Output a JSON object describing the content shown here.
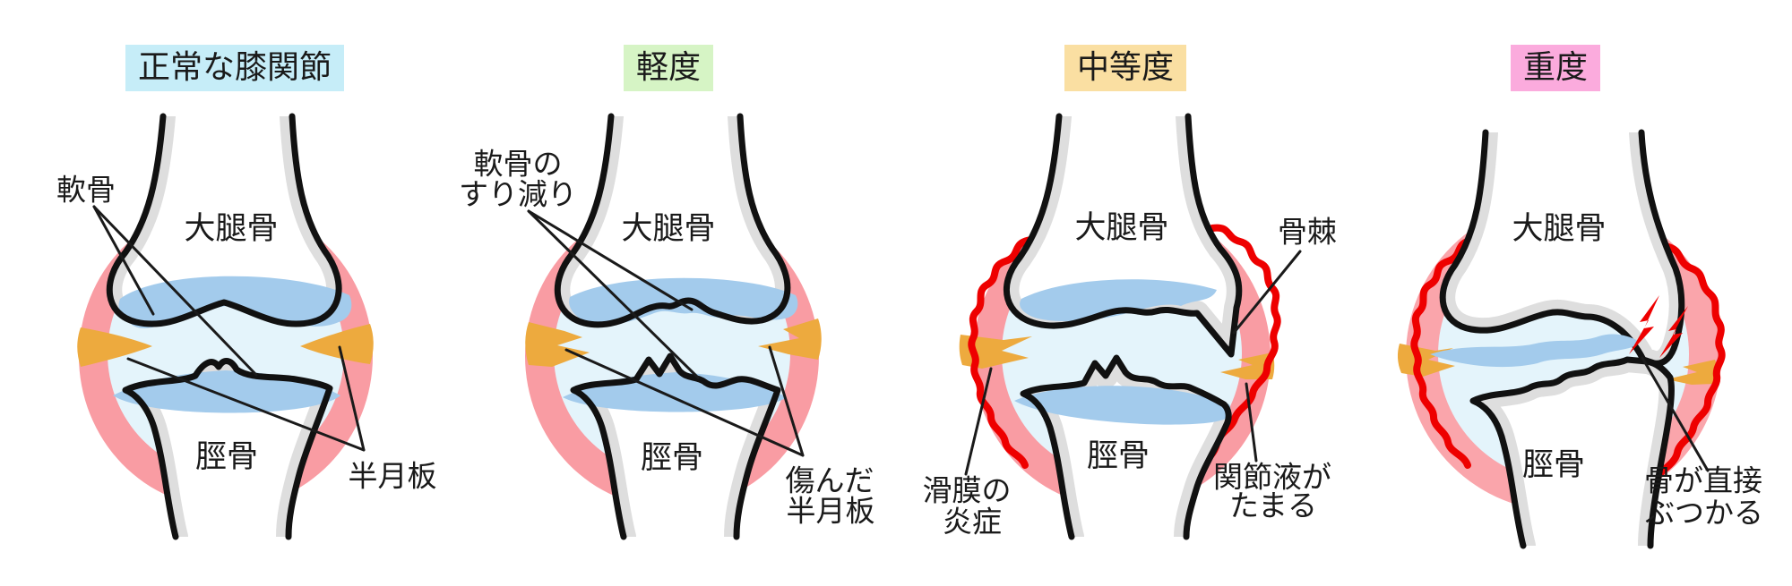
{
  "figure": {
    "description_title": ""
  },
  "colors": {
    "background": "#FFFFFF",
    "outline_black": "#111111",
    "capsule_pink": "#F99CA3",
    "capsule_pink_severe": "#FAA5AB",
    "joint_fluid_cyan": "#E4F4FB",
    "cartilage_blue": "#A3CBEC",
    "meniscus_orange": "#EDAA3E",
    "bone_gray": "#DEDEDE",
    "inflamed_red": "#EE0000",
    "label_text": "#1A1A1A"
  },
  "panels": [
    {
      "id": "normal",
      "title": "正常な膝関節",
      "title_bg": "#C6EDF8",
      "labels": {
        "femur": "大腿骨",
        "tibia": "脛骨",
        "cartilage": "軟骨",
        "meniscus": "半月板"
      }
    },
    {
      "id": "mild",
      "title": "軽度",
      "title_bg": "#D6F4C5",
      "labels": {
        "femur": "大腿骨",
        "tibia": "脛骨",
        "wear_line1": "軟骨の",
        "wear_line2": "すり減り",
        "damaged_meniscus_line1": "傷んだ",
        "damaged_meniscus_line2": "半月板"
      }
    },
    {
      "id": "moderate",
      "title": "中等度",
      "title_bg": "#FADFA2",
      "labels": {
        "femur": "大腿骨",
        "tibia": "脛骨",
        "osteophyte": "骨棘",
        "synovitis_line1": "滑膜の",
        "synovitis_line2": "炎症",
        "effusion_line1": "関節液が",
        "effusion_line2": "たまる"
      }
    },
    {
      "id": "severe",
      "title": "重度",
      "title_bg": "#FBABDD",
      "labels": {
        "femur": "大腿骨",
        "tibia": "脛骨",
        "contact_line1": "骨が直接",
        "contact_line2": "ぶつかる"
      }
    }
  ]
}
